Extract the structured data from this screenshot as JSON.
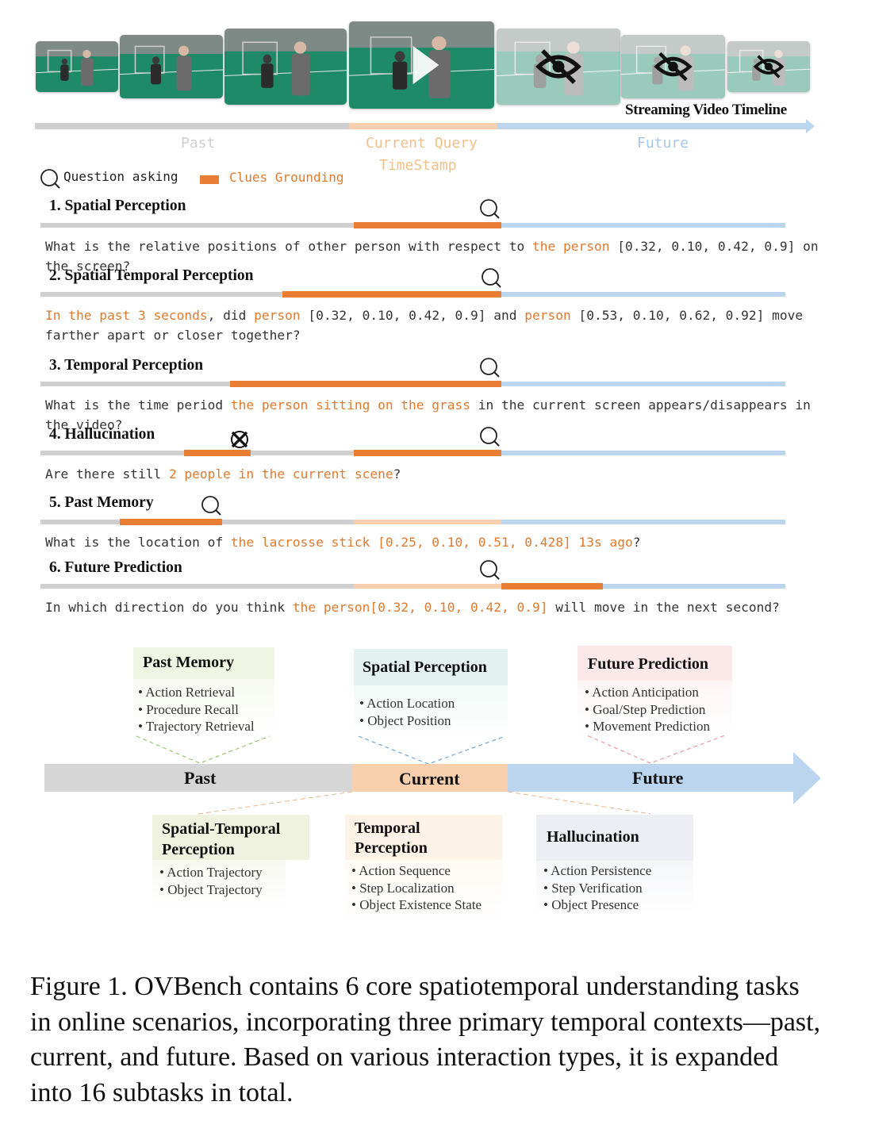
{
  "timeline": {
    "title": "Streaming Video Timeline",
    "past_label": "Past",
    "current_label_line1": "Current Query",
    "current_label_line2": "TimeStamp",
    "future_label": "Future"
  },
  "legend": {
    "question_label": "Question asking",
    "clues_label": "Clues Grounding"
  },
  "tasks": [
    {
      "title": "1. Spatial Perception",
      "q": [
        [
          "What is the relative positions of other person with respect to ",
          false
        ],
        [
          "the person",
          true
        ],
        [
          " [0.32, 0.10, 0.42, 0.9] on the screen?",
          false
        ]
      ]
    },
    {
      "title": "2. Spatial Temporal Perception",
      "q": [
        [
          "In the past 3 seconds",
          true
        ],
        [
          ", did ",
          false
        ],
        [
          "person",
          true
        ],
        [
          " [0.32, 0.10, 0.42, 0.9] and ",
          false
        ],
        [
          "person",
          true
        ],
        [
          " [0.53, 0.10, 0.62, 0.92] move farther apart or closer together?",
          false
        ]
      ]
    },
    {
      "title": "3. Temporal Perception",
      "q": [
        [
          "What is the time period ",
          false
        ],
        [
          "the person sitting on the grass",
          true
        ],
        [
          " in the current screen appears/disappears in the video?",
          false
        ]
      ]
    },
    {
      "title": "4. Hallucination",
      "q": [
        [
          "Are there still ",
          false
        ],
        [
          "2 people in the current scene",
          true
        ],
        [
          "?",
          false
        ]
      ]
    },
    {
      "title": "5. Past Memory",
      "q": [
        [
          "What is the location of ",
          false
        ],
        [
          "the lacrosse stick",
          true
        ],
        [
          " [0.25, 0.10, 0.51, 0.428] 13s ago",
          true
        ],
        [
          "?",
          false
        ]
      ]
    },
    {
      "title": "6. Future Prediction",
      "q": [
        [
          "In which direction do you think ",
          false
        ],
        [
          "the person",
          true
        ],
        [
          "[0.32, 0.10, 0.42, 0.9]",
          true
        ],
        [
          " will move in the next second?",
          false
        ]
      ]
    }
  ],
  "categories": {
    "past_memory": {
      "title": "Past Memory",
      "items": [
        "Action Retrieval",
        "Procedure Recall",
        "Trajectory Retrieval"
      ]
    },
    "spatial_perception": {
      "title": "Spatial Perception",
      "items": [
        "Action Location",
        "Object Position"
      ]
    },
    "future_prediction": {
      "title": "Future Prediction",
      "items": [
        "Action Anticipation",
        "Goal/Step Prediction",
        "Movement Prediction"
      ]
    },
    "spatial_temporal": {
      "title_line1": "Spatial-Temporal",
      "title_line2": "Perception",
      "items": [
        "Action Trajectory",
        "Object Trajectory"
      ]
    },
    "temporal": {
      "title_line1": "Temporal",
      "title_line2": "Perception",
      "items": [
        "Action Sequence",
        "Step Localization",
        "Object Existence State"
      ]
    },
    "hallucination": {
      "title": "Hallucination",
      "items": [
        "Action Persistence",
        "Step Verification",
        "Object Presence"
      ]
    }
  },
  "axis": {
    "past": "Past",
    "current": "Current",
    "future": "Future"
  },
  "caption": "Figure 1.  OVBench contains 6 core spatiotemporal understanding tasks in online scenarios, incorporating three primary temporal contexts—past, current, and future.  Based on various interaction types, it is expanded into 16 subtasks in total.",
  "colors": {
    "accent": "#e87d33",
    "past_bar": "#cfcfcf",
    "current_bar": "#f7cfae",
    "future_bar": "#bcd5ee"
  }
}
